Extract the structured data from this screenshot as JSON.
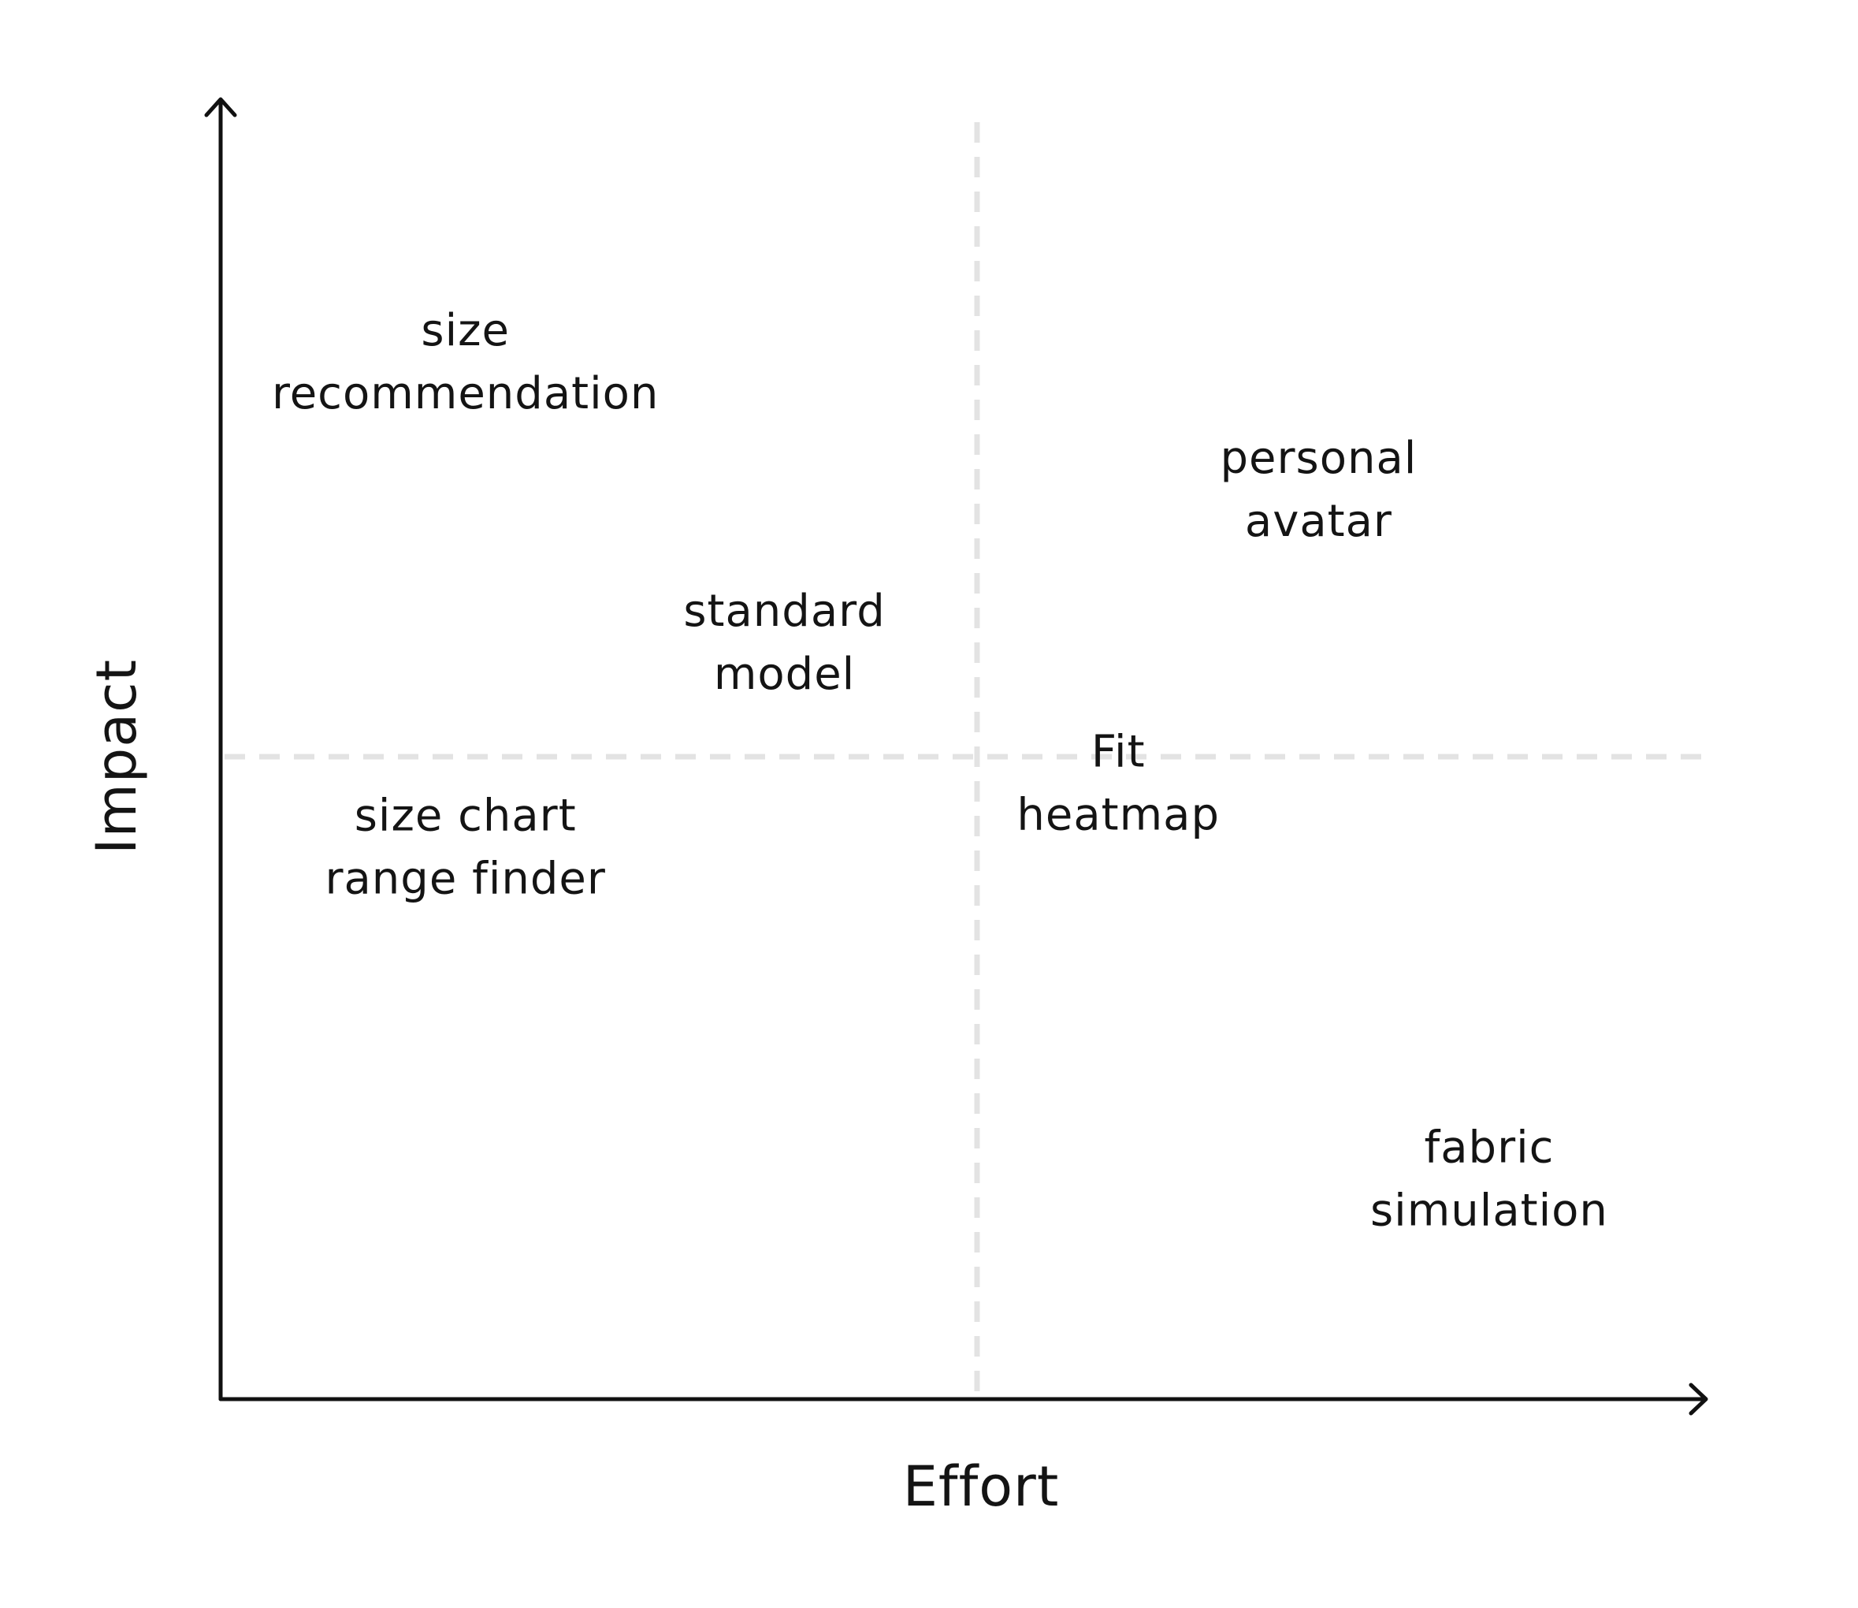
{
  "chart_data": {
    "type": "scatter",
    "xlabel": "Effort",
    "ylabel": "Impact",
    "quadrant_dividers": true,
    "points": [
      {
        "label": "size recommendation",
        "lines": [
          "size",
          "recommendation"
        ],
        "x": 0.165,
        "y": 0.81
      },
      {
        "label": "personal avatar",
        "lines": [
          "personal",
          "avatar"
        ],
        "x": 0.74,
        "y": 0.71
      },
      {
        "label": "standard model",
        "lines": [
          "standard",
          "model"
        ],
        "x": 0.38,
        "y": 0.59
      },
      {
        "label": "Fit heatmap",
        "lines": [
          "Fit",
          "heatmap"
        ],
        "x": 0.605,
        "y": 0.48
      },
      {
        "label": "size chart range finder",
        "lines": [
          "size chart",
          "range finder"
        ],
        "x": 0.165,
        "y": 0.43
      },
      {
        "label": "fabric simulation",
        "lines": [
          "fabric",
          "simulation"
        ],
        "x": 0.855,
        "y": 0.17
      }
    ]
  }
}
